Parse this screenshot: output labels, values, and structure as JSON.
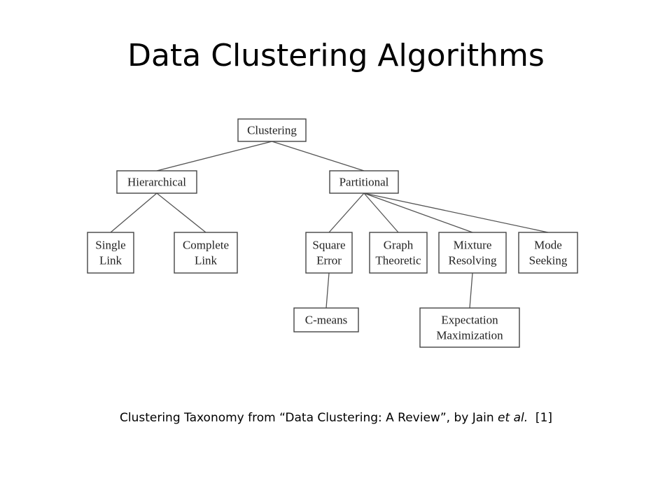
{
  "slide": {
    "title": "Data Clustering Algorithms"
  },
  "diagram": {
    "nodes": {
      "clustering": [
        "Clustering"
      ],
      "hierarchical": [
        "Hierarchical"
      ],
      "partitional": [
        "Partitional"
      ],
      "single_link": [
        "Single",
        "Link"
      ],
      "complete_link": [
        "Complete",
        "Link"
      ],
      "square_error": [
        "Square",
        "Error"
      ],
      "graph_theoretic": [
        "Graph",
        "Theoretic"
      ],
      "mixture_resolving": [
        "Mixture",
        "Resolving"
      ],
      "mode_seeking": [
        "Mode",
        "Seeking"
      ],
      "c_means": [
        "C-means"
      ],
      "expectation_maximization": [
        "Expectation",
        "Maximization"
      ]
    },
    "edges": [
      [
        "clustering",
        "hierarchical"
      ],
      [
        "clustering",
        "partitional"
      ],
      [
        "hierarchical",
        "single_link"
      ],
      [
        "hierarchical",
        "complete_link"
      ],
      [
        "partitional",
        "square_error"
      ],
      [
        "partitional",
        "graph_theoretic"
      ],
      [
        "partitional",
        "mixture_resolving"
      ],
      [
        "partitional",
        "mode_seeking"
      ],
      [
        "square_error",
        "c_means"
      ],
      [
        "mixture_resolving",
        "expectation_maximization"
      ]
    ]
  },
  "caption": {
    "before": "Clustering Taxonomy from “Data Clustering: A Review”, by Jain ",
    "italic": "et al.",
    "after": "  [1]"
  }
}
